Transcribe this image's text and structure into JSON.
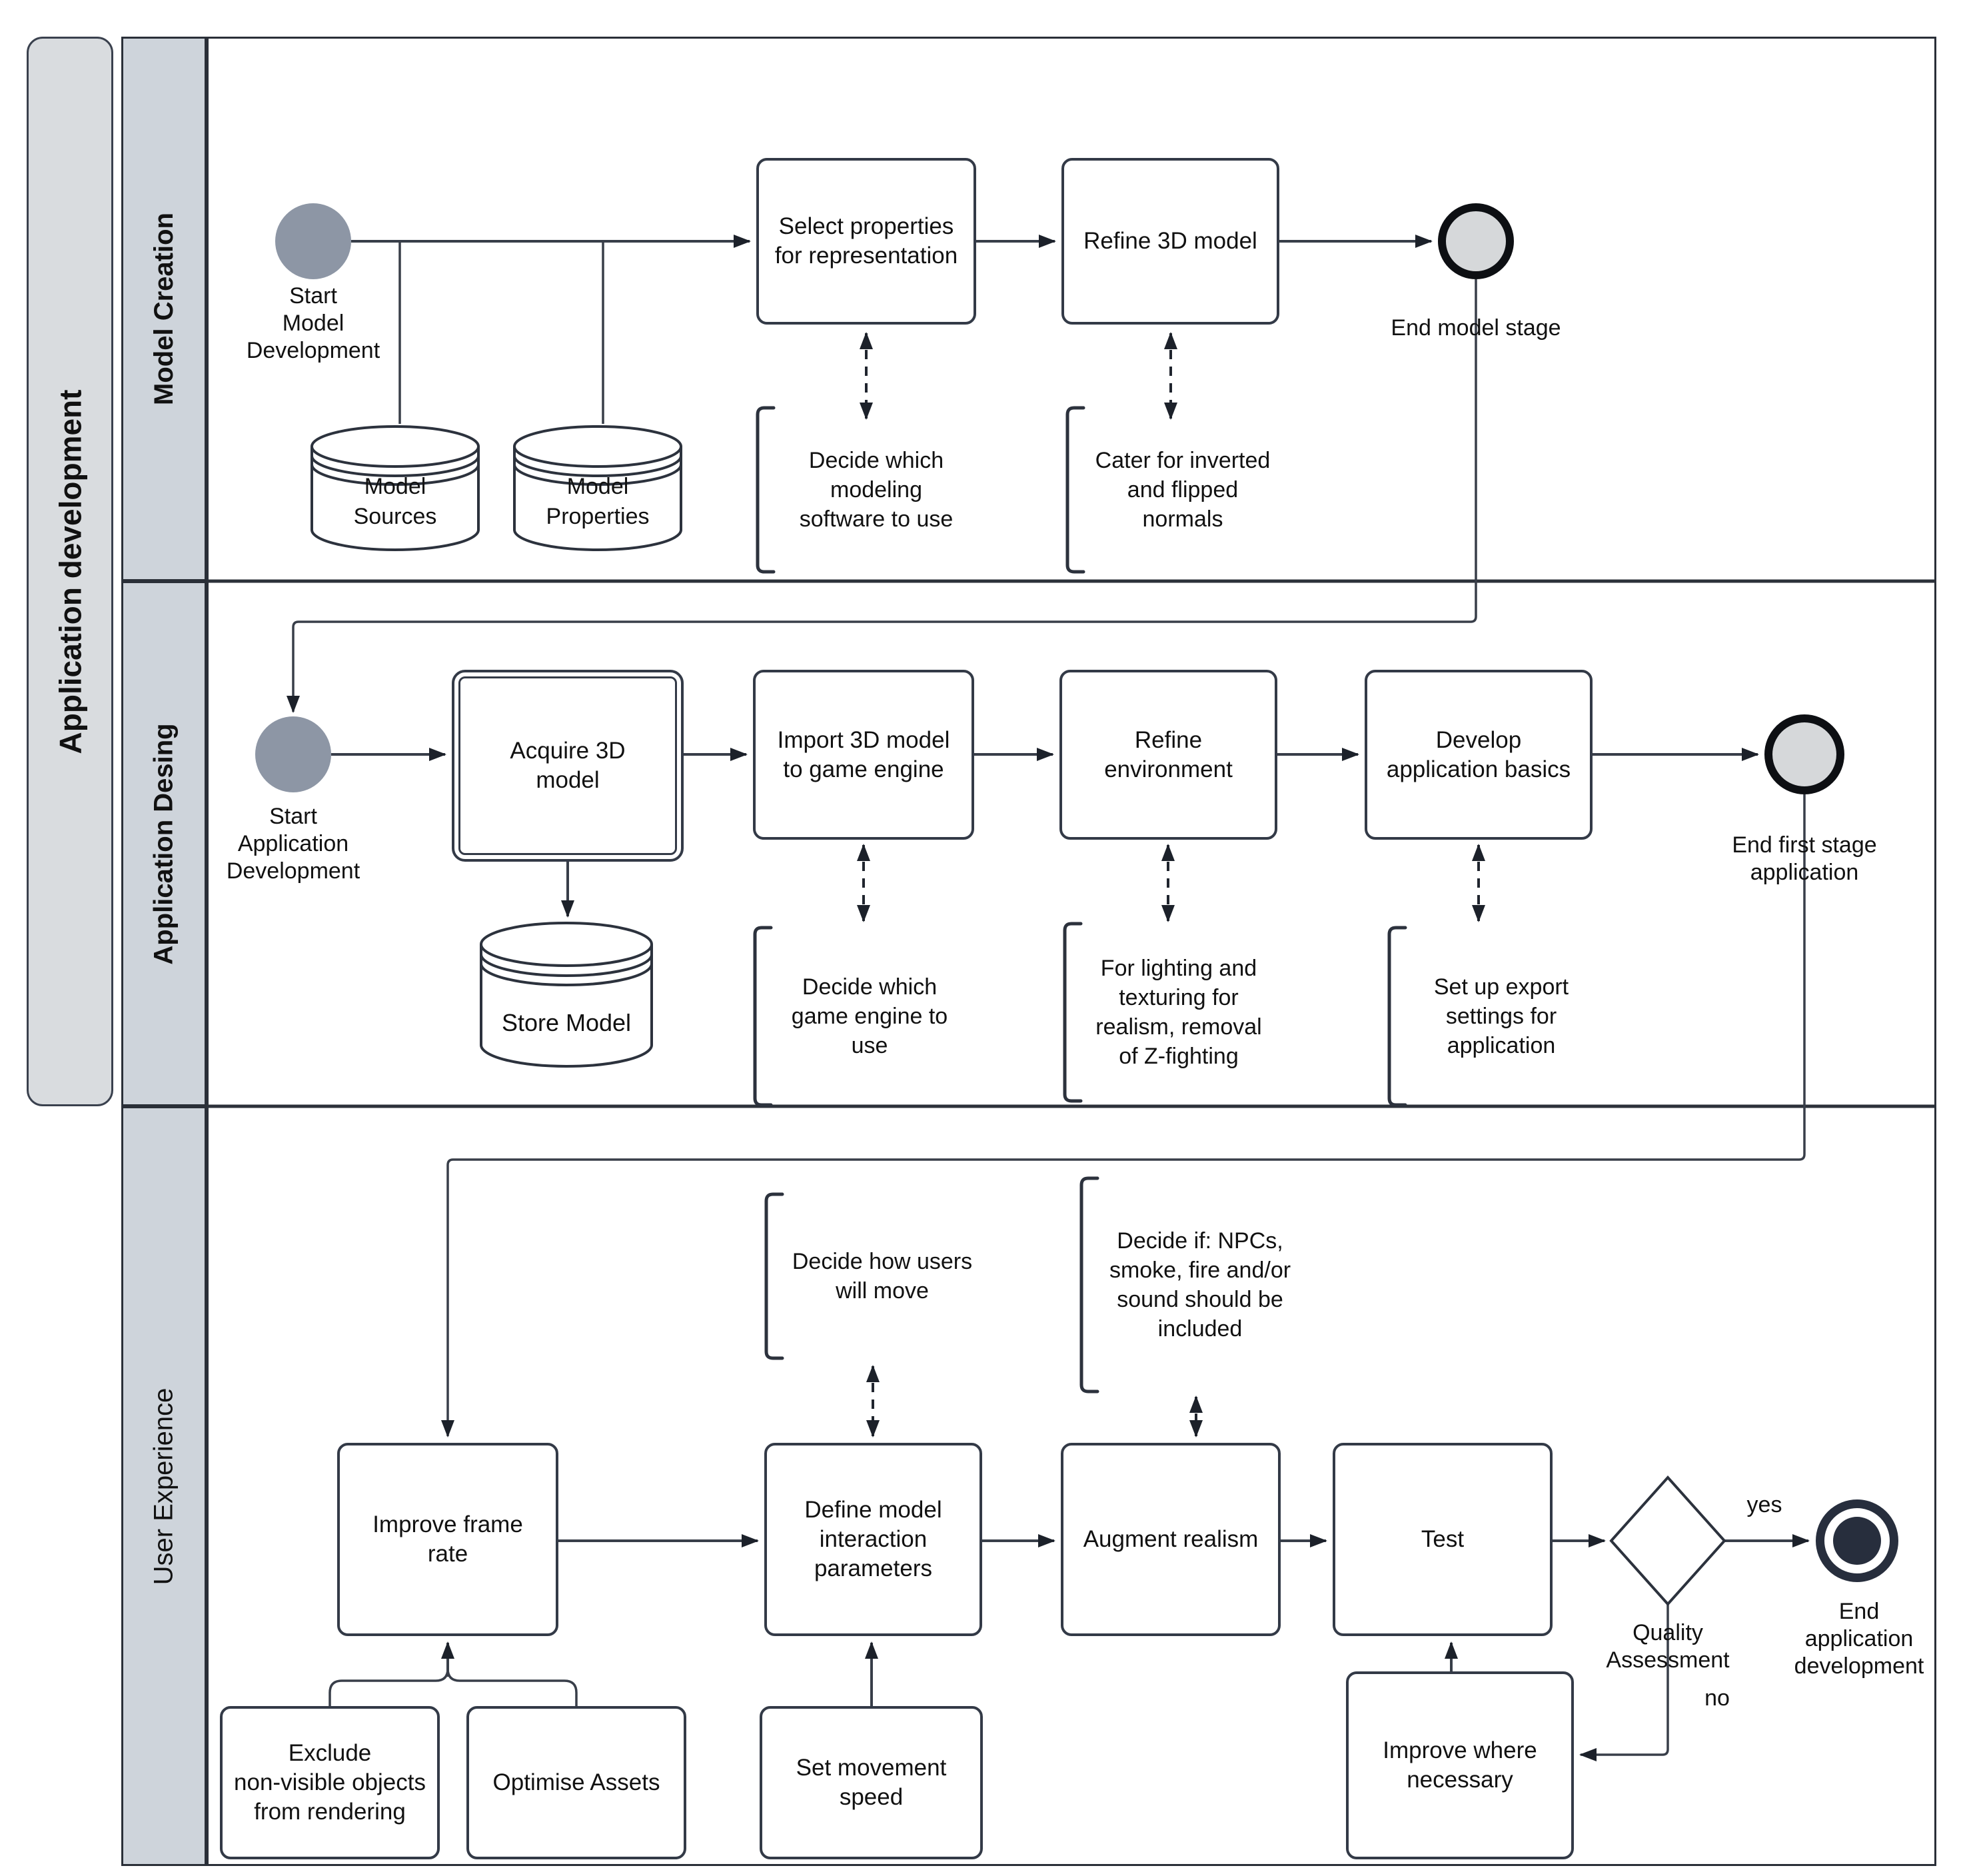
{
  "pool": {
    "title": "Application development"
  },
  "lanes": [
    {
      "label": "Model Creation"
    },
    {
      "label": "Application Desing"
    },
    {
      "label": "User Experience"
    }
  ],
  "lane1": {
    "start_event": "Start\nModel\nDevelopment",
    "datastore_sources": "Model\nSources",
    "datastore_properties": "Model\nProperties",
    "task_select": "Select properties\nfor representation",
    "task_refine": "Refine 3D model",
    "end_event": "End model stage",
    "note_software": "Decide which\nmodeling\nsoftware to use",
    "note_normals": "Cater for inverted\nand flipped\nnormals"
  },
  "lane2": {
    "start_event": "Start\nApplication\nDevelopment",
    "task_acquire": "Acquire 3D\nmodel",
    "task_import": "Import 3D model\nto game engine",
    "task_refine_env": "Refine\nenvironment",
    "task_develop": "Develop\napplication basics",
    "end_event": "End first stage\napplication",
    "datastore_store": "Store Model",
    "note_engine": "Decide which\ngame engine to\nuse",
    "note_lighting": "For lighting and\ntexturing for\nrealism, removal\nof Z-fighting",
    "note_export": "Set up export\nsettings for\napplication"
  },
  "lane3": {
    "note_move": "Decide how users\nwill move",
    "note_npc": "Decide if: NPCs,\nsmoke, fire and/or\nsound should be\nincluded",
    "task_framerate": "Improve frame\nrate",
    "task_interaction": "Define model\ninteraction\nparameters",
    "task_augment": "Augment realism",
    "task_test": "Test",
    "gateway_label": "Quality\nAssessment",
    "label_yes": "yes",
    "label_no": "no",
    "end_event": "End\napplication\ndevelopment",
    "task_exclude": "Exclude\nnon-visible objects\nfrom rendering",
    "task_optimise": "Optimise Assets",
    "task_speed": "Set movement\nspeed",
    "task_improve": "Improve where\nnecessary"
  },
  "colors": {
    "lane_fill": "#ced4db",
    "pool_fill": "#d9dcdf",
    "start_event_fill": "#8d96a5",
    "end_event_fill": "#d6d8da",
    "terminate_fill": "#272e3d",
    "line": "#383e49",
    "border": "#333a47"
  }
}
